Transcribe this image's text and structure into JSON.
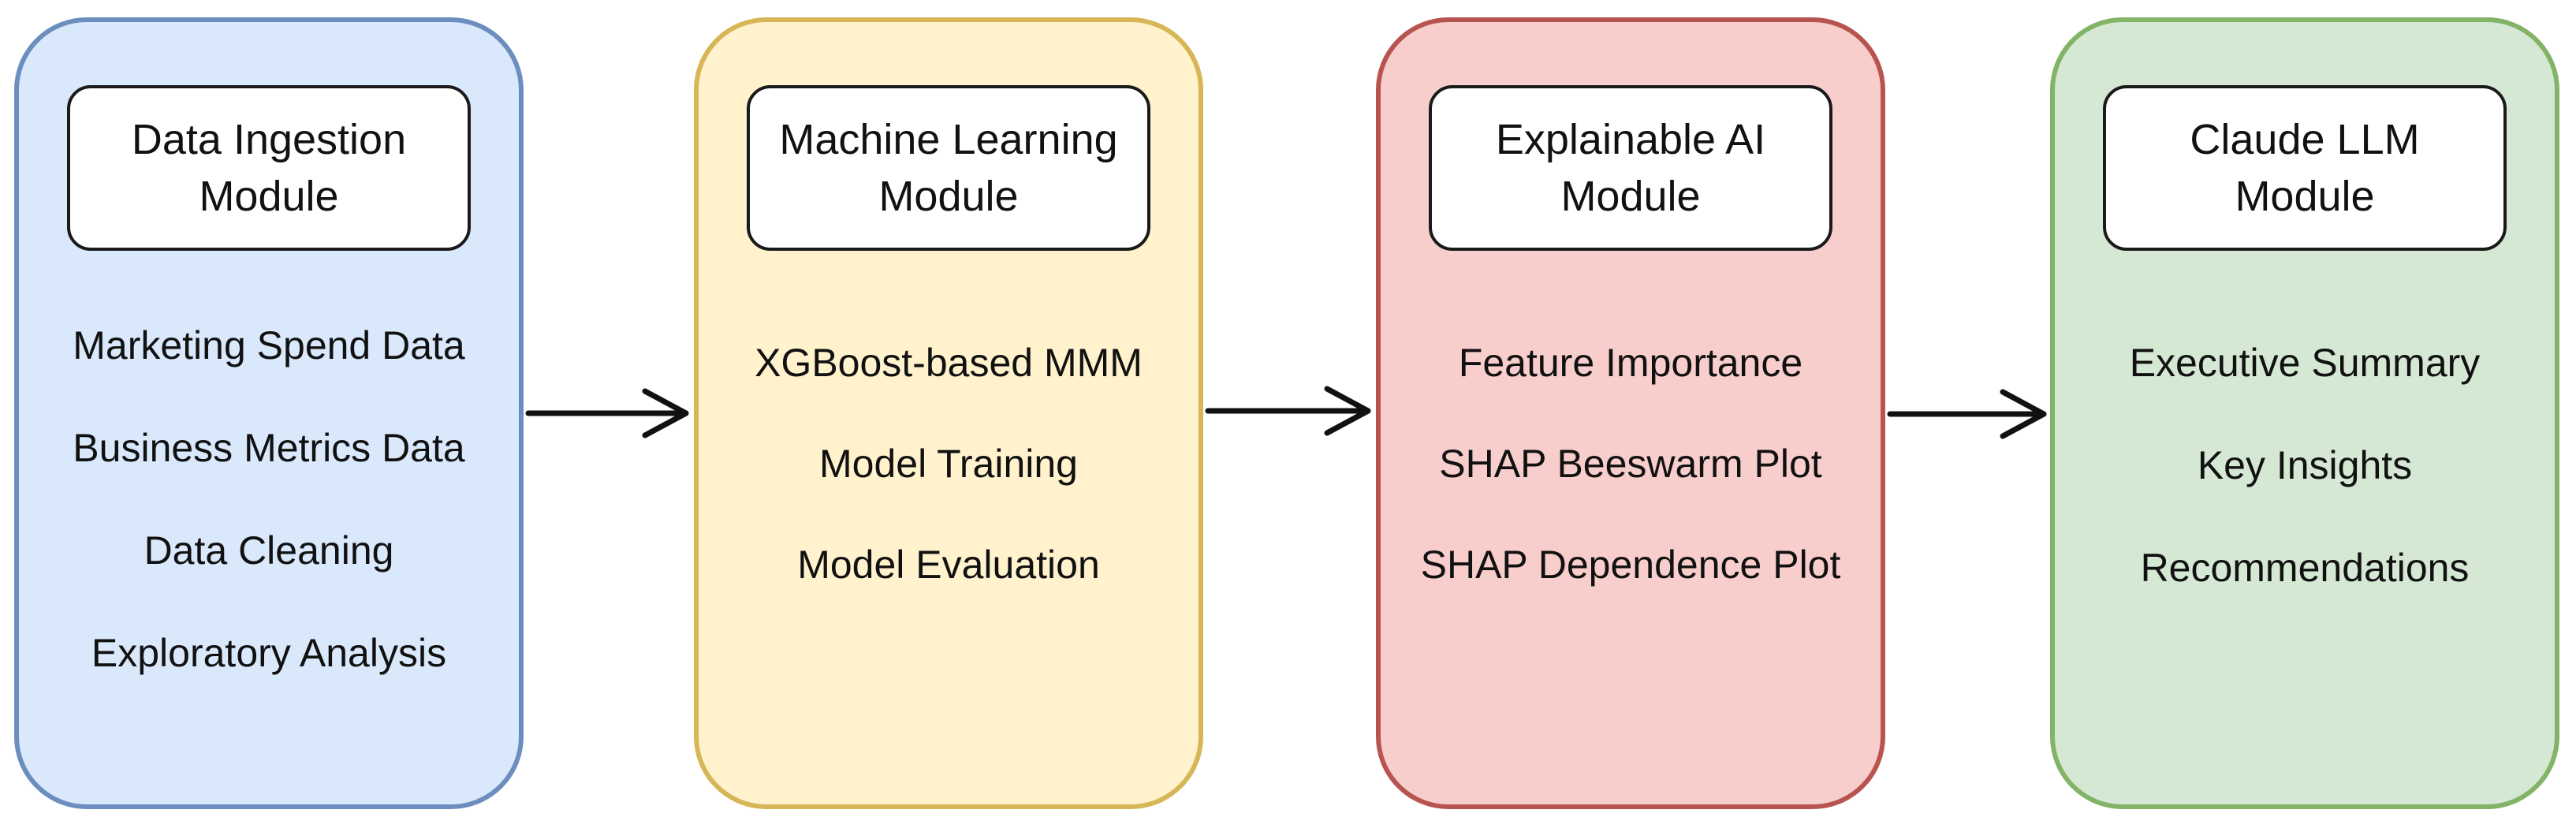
{
  "modules": [
    {
      "title": "Data Ingestion\nModule",
      "color_fill": "#dae8fc",
      "color_border": "#6c8ebf",
      "items": [
        "Marketing Spend Data",
        "Business Metrics Data",
        "Data Cleaning",
        "Exploratory Analysis"
      ]
    },
    {
      "title": "Machine Learning\nModule",
      "color_fill": "#fff2cc",
      "color_border": "#d6b656",
      "items": [
        "XGBoost-based MMM",
        "Model Training",
        "Model Evaluation"
      ]
    },
    {
      "title": "Explainable AI\nModule",
      "color_fill": "#f8cecc",
      "color_border": "#b85450",
      "items": [
        "Feature Importance",
        "SHAP Beeswarm Plot",
        "SHAP Dependence Plot"
      ]
    },
    {
      "title": "Claude LLM\nModule",
      "color_fill": "#d5e8d4",
      "color_border": "#82b366",
      "items": [
        "Executive Summary",
        "Key Insights",
        "Recommendations"
      ]
    }
  ],
  "connectors": [
    {
      "from": "Data Ingestion Module",
      "to": "Machine Learning Module",
      "type": "arrow"
    },
    {
      "from": "Machine Learning Module",
      "to": "Explainable AI Module",
      "type": "arrow"
    },
    {
      "from": "Explainable AI Module",
      "to": "Claude LLM Module",
      "type": "arrow"
    }
  ]
}
